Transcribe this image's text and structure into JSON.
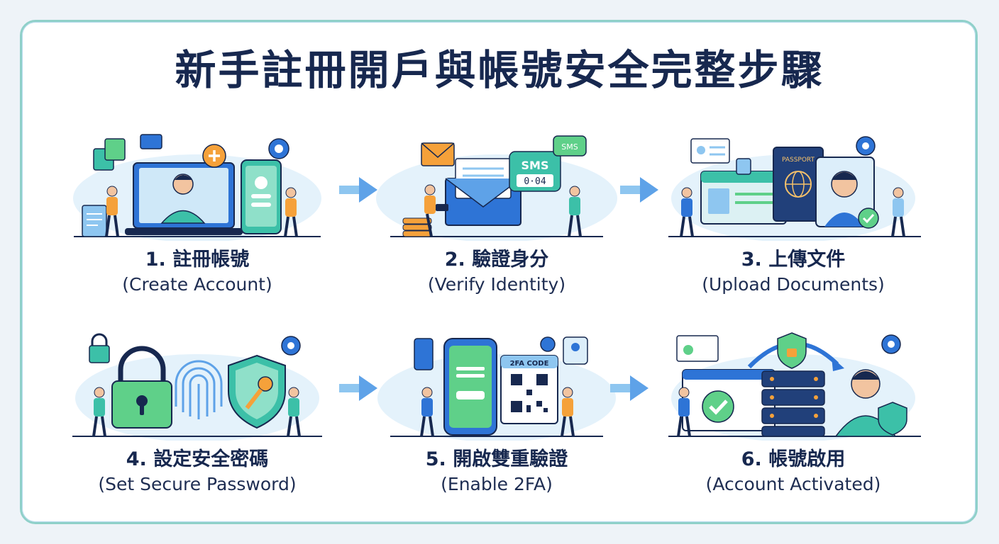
{
  "title": "新手註冊開戶與帳號安全完整步驟",
  "colors": {
    "navy": "#17284f",
    "blue": "#2e74d6",
    "teal": "#3cc0a8",
    "green": "#5fd089",
    "orange": "#f5a13a",
    "light_blue": "#dceefa"
  },
  "steps": [
    {
      "number": "1.",
      "title": "註冊帳號",
      "subtitle": "(Create Account)",
      "icon": "create-account-icon"
    },
    {
      "number": "2.",
      "title": "驗證身分",
      "subtitle": "(Verify Identity)",
      "icon": "verify-identity-icon"
    },
    {
      "number": "3.",
      "title": "上傳文件",
      "subtitle": "(Upload Documents)",
      "icon": "upload-documents-icon"
    },
    {
      "number": "4.",
      "title": "設定安全密碼",
      "subtitle": "(Set Secure Password)",
      "icon": "secure-password-icon"
    },
    {
      "number": "5.",
      "title": "開啟雙重驗證",
      "subtitle": "(Enable 2FA)",
      "icon": "enable-2fa-icon"
    },
    {
      "number": "6.",
      "title": "帳號啟用",
      "subtitle": "(Account Activated)",
      "icon": "account-activated-icon"
    }
  ],
  "illustration_text": {
    "sms": "SMS",
    "sms_code": "0·04",
    "passport": "PASSPORT",
    "twofa_code": "2FA CODE"
  }
}
